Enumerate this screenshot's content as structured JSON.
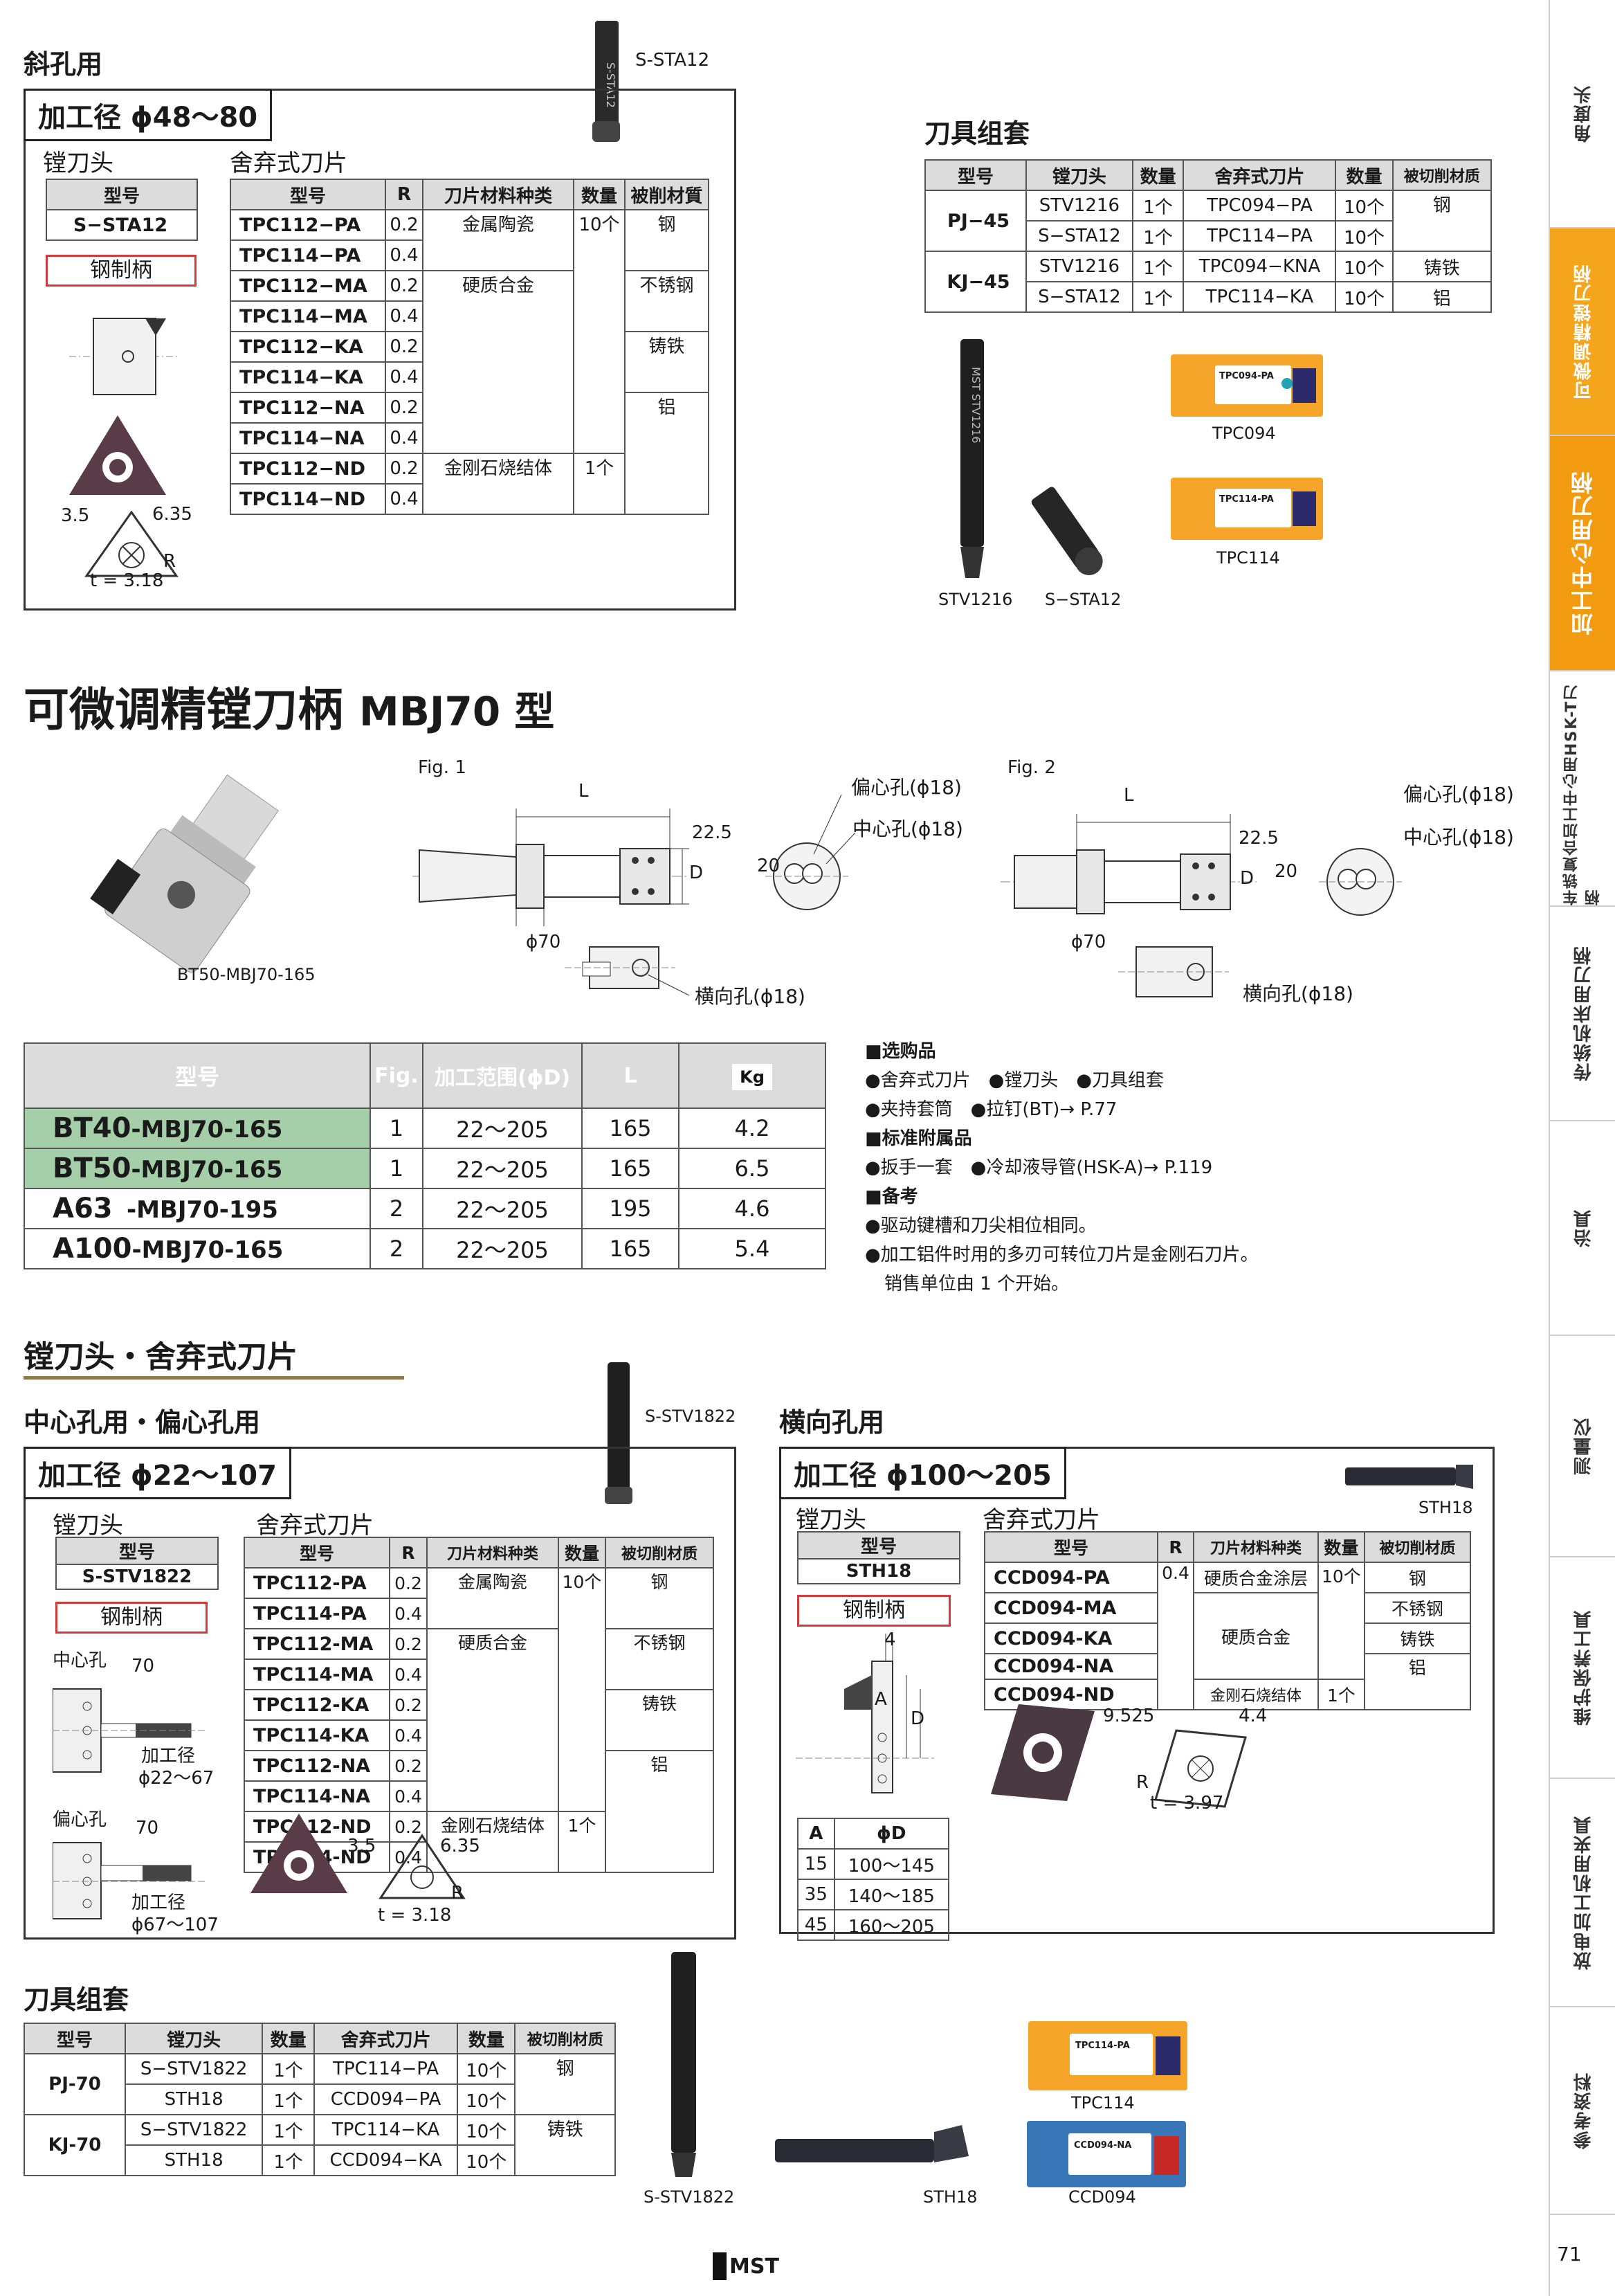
{
  "sidebar": {
    "items": [
      "角度头",
      "可微调精镗刀柄",
      "加工中心用刀柄",
      "车铣复合加工中心用HSK-T刀柄",
      "传统机床用刀柄",
      "治具",
      "测量仪",
      "维护保养工具",
      "放电加工机用夹具",
      "参考资料"
    ]
  },
  "sec1": {
    "title": "斜孔用",
    "range": "加工径 ϕ48～80",
    "tool_photo": "S-STA12",
    "head_label": "镗刀头",
    "insert_label": "舍弃式刀片",
    "head_table": {
      "header": "型号",
      "value": "S−STA12"
    },
    "shank": "钢制柄",
    "dims": {
      "a": "3.5",
      "b": "6.35",
      "r": "R",
      "t": "t = 3.18"
    },
    "inserts": {
      "headers": [
        "型号",
        "R",
        "刀片材料种类",
        "数量",
        "被削材質"
      ],
      "rows": [
        [
          "TPC112−PA",
          "0.2"
        ],
        [
          "TPC114−PA",
          "0.4"
        ],
        [
          "TPC112−MA",
          "0.2"
        ],
        [
          "TPC114−MA",
          "0.4"
        ],
        [
          "TPC112−KA",
          "0.2"
        ],
        [
          "TPC114−KA",
          "0.4"
        ],
        [
          "TPC112−NA",
          "0.2"
        ],
        [
          "TPC114−NA",
          "0.4"
        ],
        [
          "TPC112−ND",
          "0.2"
        ],
        [
          "TPC114−ND",
          "0.4"
        ]
      ],
      "mat1": "金属陶瓷",
      "mat2": "硬质合金",
      "mat3": "金刚石烧结体",
      "q1": "10个",
      "q2": "1个",
      "w1": "钢",
      "w2": "不锈钢",
      "w3": "铸铁",
      "w4": "铝"
    }
  },
  "set1": {
    "title": "刀具组套",
    "headers": [
      "型号",
      "镗刀头",
      "数量",
      "舍弃式刀片",
      "数量",
      "被切削材质"
    ],
    "rows": [
      [
        "STV1216",
        "1个",
        "TPC094−PA",
        "10个"
      ],
      [
        "S−STA12",
        "1个",
        "TPC114−PA",
        "10个"
      ],
      [
        "STV1216",
        "1个",
        "TPC094−KNA",
        "10个"
      ],
      [
        "S−STA12",
        "1个",
        "TPC114−KA",
        "10个"
      ]
    ],
    "m1": "PJ−45",
    "m2": "KJ−45",
    "w1": "钢",
    "w2a": "铸铁",
    "w2b": "铝",
    "photos": [
      "STV1216",
      "S−STA12",
      "TPC094",
      "TPC114"
    ],
    "box1": "TPC094-PA",
    "box2": "TPC114-PA"
  },
  "main": {
    "title": "可微调精镗刀柄",
    "title_en": "MBJ70 型",
    "photo_label": "BT50-MBJ70-165",
    "fig1": {
      "label": "Fig. 1",
      "L": "L",
      "dim225": "22.5",
      "D": "D",
      "d20": "20",
      "phi70": "ϕ70",
      "ecc": "偏心孔(ϕ18)",
      "cen": "中心孔(ϕ18)",
      "side": "横向孔(ϕ18)"
    },
    "fig2": {
      "label": "Fig. 2",
      "L": "L",
      "dim225": "22.5",
      "D": "D",
      "d20": "20",
      "phi70": "ϕ70",
      "ecc": "偏心孔(ϕ18)",
      "cen": "中心孔(ϕ18)",
      "side": "横向孔(ϕ18)"
    },
    "table": {
      "headers": [
        "型号",
        "Fig.",
        "加工范围(ϕD)",
        "L",
        "Kg"
      ],
      "rows": [
        [
          "BT40",
          "-MBJ70-165",
          "1",
          "22～205",
          "165",
          "4.2"
        ],
        [
          "BT50",
          "-MBJ70-165",
          "1",
          "22～205",
          "165",
          "6.5"
        ],
        [
          "A63",
          "-MBJ70-195",
          "2",
          "22～205",
          "195",
          "4.6"
        ],
        [
          "A100",
          "-MBJ70-165",
          "2",
          "22～205",
          "165",
          "5.4"
        ]
      ]
    },
    "notes": {
      "h1": "■选购品",
      "l1": "●舍弃式刀片　●镗刀头　●刀具组套",
      "l2": "●夹持套筒　●拉钉(BT)→ P.77",
      "h2": "■标准附属品",
      "l3": "●扳手一套　●冷却液导管(HSK-A)→ P.119",
      "h3": "■备考",
      "l4": "●驱动键槽和刀尖相位相同。",
      "l5": "●加工铝件时用的多刃可转位刀片是金刚石刀片。",
      "l6": "销售单位由 1 个开始。"
    }
  },
  "sec2": {
    "title": "镗刀头・舍弃式刀片",
    "left_title": "中心孔用・偏心孔用",
    "range": "加工径 ϕ22～107",
    "tool": "S-STV1822",
    "head_label": "镗刀头",
    "insert_label": "舍弃式刀片",
    "head_table": {
      "header": "型号",
      "value": "S-STV1822"
    },
    "shank": "钢制柄",
    "center": "中心孔",
    "c70": "70",
    "cdia": "加工径",
    "cdia2": "ϕ22～67",
    "ecc": "偏心孔",
    "e70": "70",
    "edia": "加工径",
    "edia2": "ϕ67～107",
    "dims": {
      "a": "3.5",
      "b": "6.35",
      "r": "R",
      "t": "t = 3.18"
    },
    "inserts": {
      "headers": [
        "型号",
        "R",
        "刀片材料种类",
        "数量",
        "被切削材质"
      ],
      "rows": [
        [
          "TPC112-PA",
          "0.2"
        ],
        [
          "TPC114-PA",
          "0.4"
        ],
        [
          "TPC112-MA",
          "0.2"
        ],
        [
          "TPC114-MA",
          "0.4"
        ],
        [
          "TPC112-KA",
          "0.2"
        ],
        [
          "TPC114-KA",
          "0.4"
        ],
        [
          "TPC112-NA",
          "0.2"
        ],
        [
          "TPC114-NA",
          "0.4"
        ],
        [
          "TPC112-ND",
          "0.2"
        ],
        [
          "TPC114-ND",
          "0.4"
        ]
      ],
      "mat1": "金属陶瓷",
      "mat2": "硬质合金",
      "mat3": "金刚石烧结体",
      "q1": "10个",
      "q2": "1个",
      "w1": "钢",
      "w2": "不锈钢",
      "w3": "铸铁",
      "w4": "铝"
    }
  },
  "sec3": {
    "title": "横向孔用",
    "range": "加工径 ϕ100～205",
    "tool": "STH18",
    "head_label": "镗刀头",
    "insert_label": "舍弃式刀片",
    "head_table": {
      "header": "型号",
      "value": "STH18"
    },
    "shank": "钢制柄",
    "d4": "4",
    "A": "A",
    "D": "D",
    "dims": {
      "a": "9.525",
      "b": "4.4",
      "r": "R",
      "t": "t = 3.97"
    },
    "inserts": {
      "headers": [
        "型号",
        "R",
        "刀片材料种类",
        "数量",
        "被切削材质"
      ],
      "rows": [
        "CCD094-PA",
        "CCD094-MA",
        "CCD094-KA",
        "CCD094-NA",
        "CCD094-ND"
      ],
      "r": "0.4",
      "mat1": "硬质合金涂层",
      "mat2": "硬质合金",
      "mat3": "金刚石烧结体",
      "q1": "10个",
      "q2": "1个",
      "w1": "钢",
      "w2": "不锈钢",
      "w3": "铸铁",
      "w4": "铝"
    },
    "ad": {
      "headers": [
        "A",
        "ϕD"
      ],
      "rows": [
        [
          "15",
          "100～145"
        ],
        [
          "35",
          "140～185"
        ],
        [
          "45",
          "160～205"
        ]
      ]
    }
  },
  "set2": {
    "title": "刀具组套",
    "headers": [
      "型号",
      "镗刀头",
      "数量",
      "舍弃式刀片",
      "数量",
      "被切削材质"
    ],
    "rows": [
      [
        "S−STV1822",
        "1个",
        "TPC114−PA",
        "10个"
      ],
      [
        "STH18",
        "1个",
        "CCD094−PA",
        "10个"
      ],
      [
        "S−STV1822",
        "1个",
        "TPC114−KA",
        "10个"
      ],
      [
        "STH18",
        "1个",
        "CCD094−KA",
        "10个"
      ]
    ],
    "m1": "PJ-70",
    "m2": "KJ-70",
    "w1": "钢",
    "w2": "铸铁",
    "photos": [
      "S-STV1822",
      "STH18",
      "TPC114",
      "CCD094"
    ],
    "box1": "TPC114-PA",
    "box2": "CCD094-NA"
  },
  "footer": {
    "brand": "MST",
    "page": "71"
  }
}
